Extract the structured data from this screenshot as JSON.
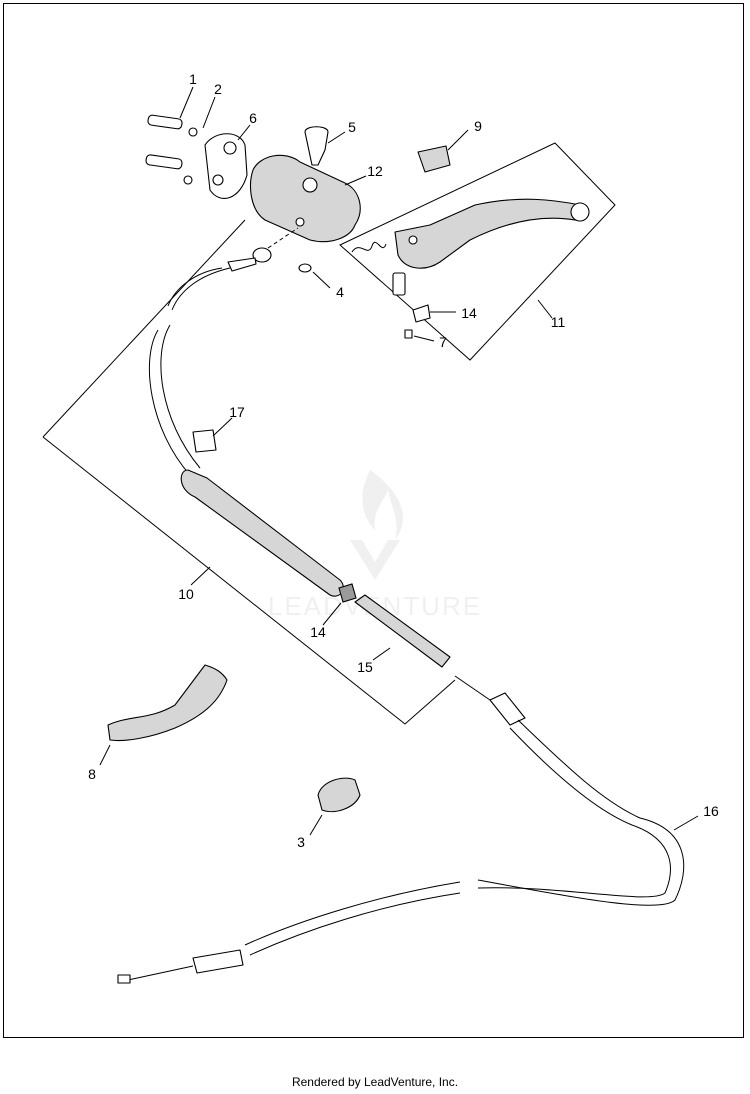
{
  "callouts": [
    "1",
    "2",
    "3",
    "4",
    "5",
    "6",
    "7",
    "8",
    "9",
    "10",
    "11",
    "12",
    "14",
    "14",
    "15",
    "16",
    "17"
  ],
  "watermark": {
    "brand": "LEADVENTURE"
  },
  "footer": {
    "text": "Rendered by LeadVenture, Inc."
  },
  "colors": {
    "line": "#000000",
    "shade": "#d6d6d6",
    "watermark": "#e4e4e4"
  }
}
